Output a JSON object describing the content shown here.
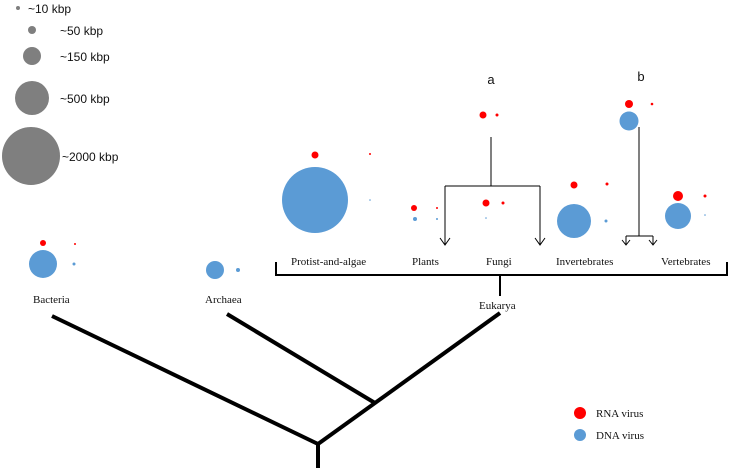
{
  "colors": {
    "rna": "#ff0000",
    "dna": "#5b9bd5",
    "scale": "#7f7f7f",
    "line": "#000000"
  },
  "size_scale": [
    {
      "label": "~10 kbp"
    },
    {
      "label": "~50 kbp"
    },
    {
      "label": "~150 kbp"
    },
    {
      "label": "~500 kbp"
    },
    {
      "label": "~2000 kbp"
    }
  ],
  "domains": {
    "bacteria": "Bacteria",
    "archaea": "Archaea",
    "eukarya": "Eukarya"
  },
  "eukarya_groups": {
    "protist": "Protist-and-algae",
    "plants": "Plants",
    "fungi": "Fungi",
    "invertebrates": "Invertebrates",
    "vertebrates": "Vertebrates"
  },
  "markers": {
    "a": "a",
    "b": "b"
  },
  "legend": {
    "rna": "RNA virus",
    "dna": "DNA virus"
  }
}
